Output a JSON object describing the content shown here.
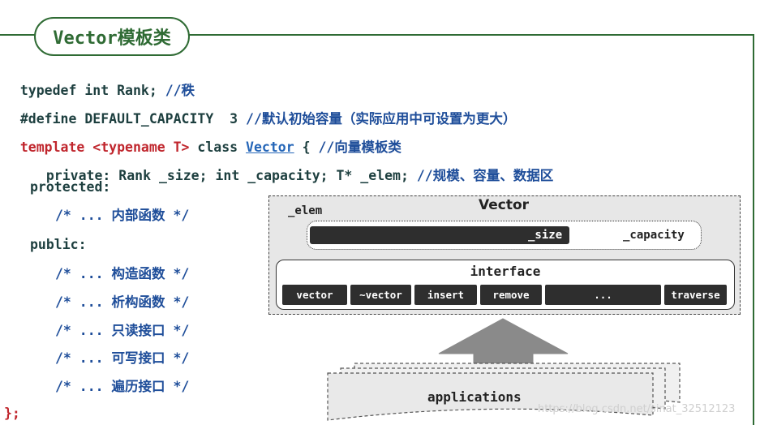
{
  "title": "Vector模板类",
  "code": {
    "l1_kw": "typedef int Rank; ",
    "l1_cmt": "//秩",
    "l2_kw": "#define DEFAULT_CAPACITY  3 ",
    "l2_cmt": "//默认初始容量（实际应用中可设置为更大）",
    "l3_tpl": "template <typename T>",
    "l3_class": " class ",
    "l3_name": "Vector",
    "l3_brace": " { ",
    "l3_cmt": "//向量模板类",
    "l4_kw": "private: Rank _size; int _capacity; T* _elem; ",
    "l4_cmt": "//规模、容量、数据区",
    "l5": "protected:",
    "l6": "/* ... 内部函数 */",
    "l7": "public:",
    "l8": "/* ... 构造函数 */",
    "l9": "/* ... 析构函数 */",
    "l10": "/* ... 只读接口 */",
    "l11": "/* ... 可写接口 */",
    "l12": "/* ... 遍历接口 */",
    "l13": "};"
  },
  "diagram": {
    "vector_label": "Vector",
    "elem_label": "_elem",
    "size_label": "_size",
    "capacity_label": "_capacity",
    "interface_label": "interface",
    "buttons": [
      "vector",
      "~vector",
      "insert",
      "remove",
      "...",
      "traverse"
    ],
    "applications_label": "applications"
  },
  "watermark": "https://blog.csdn.net/sinat_32512123",
  "colors": {
    "frame": "#2f6b34",
    "keyword": "#c0262d",
    "comment": "#1f4e9a",
    "code": "#1d3f3f"
  }
}
